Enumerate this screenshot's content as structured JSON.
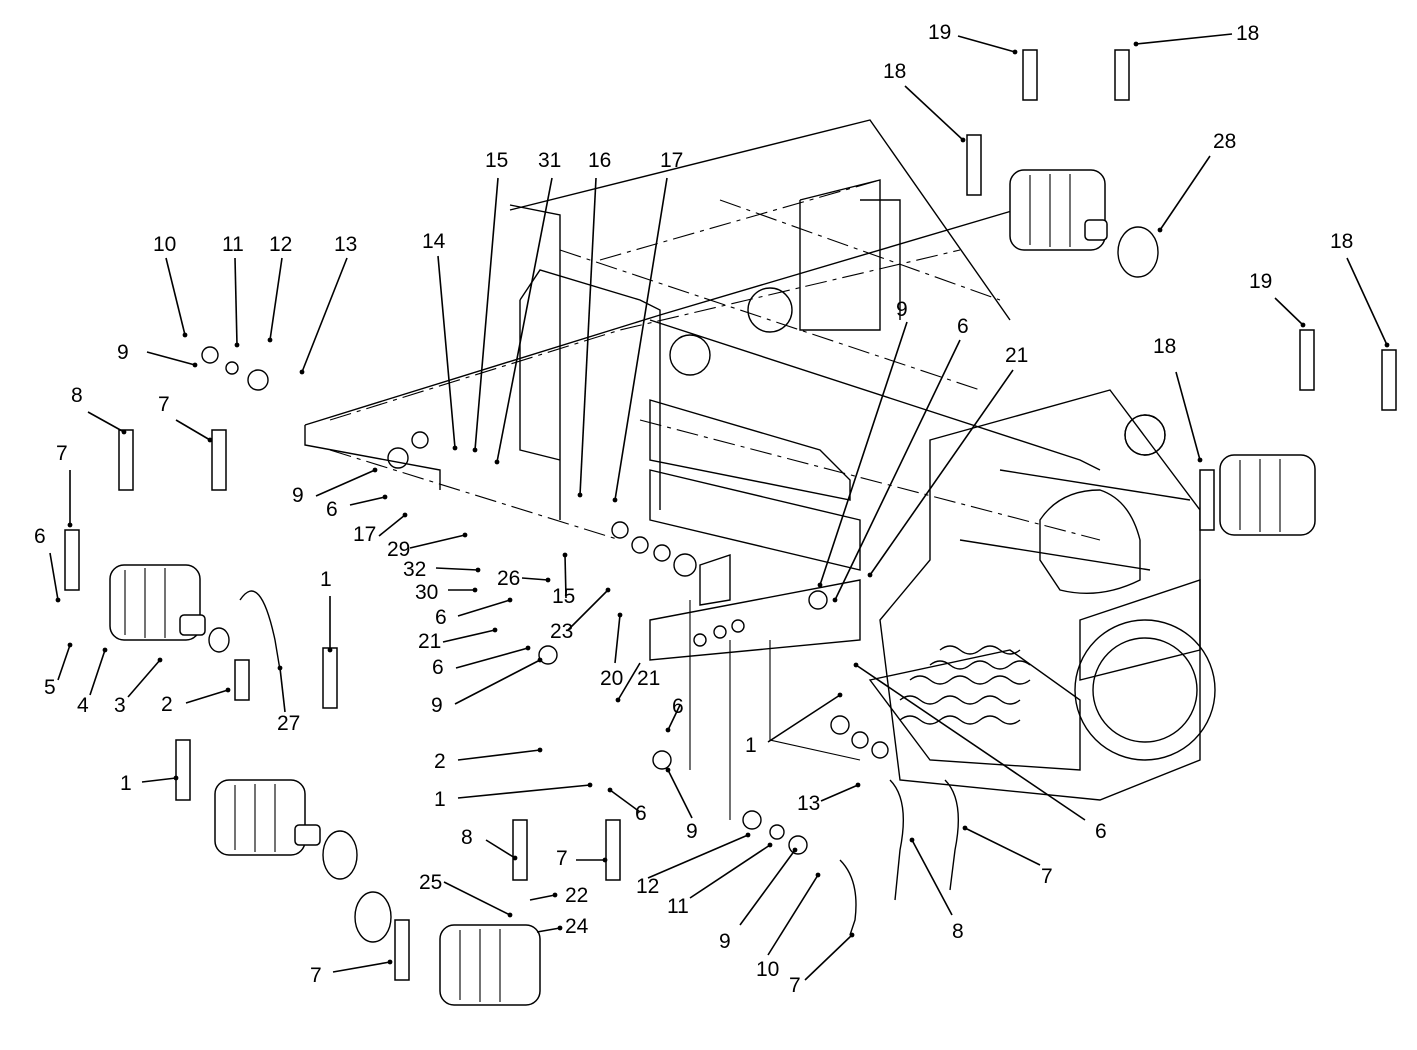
{
  "callouts": [
    {
      "text": "19"
    },
    {
      "text": "18"
    },
    {
      "text": "18"
    },
    {
      "text": "28"
    },
    {
      "text": "15"
    },
    {
      "text": "31"
    },
    {
      "text": "16"
    },
    {
      "text": "17"
    },
    {
      "text": "10"
    },
    {
      "text": "11"
    },
    {
      "text": "12"
    },
    {
      "text": "13"
    },
    {
      "text": "14"
    },
    {
      "text": "9"
    },
    {
      "text": "9"
    },
    {
      "text": "6"
    },
    {
      "text": "21"
    },
    {
      "text": "18"
    },
    {
      "text": "19"
    },
    {
      "text": "18"
    },
    {
      "text": "8"
    },
    {
      "text": "7"
    },
    {
      "text": "7"
    },
    {
      "text": "6"
    },
    {
      "text": "9"
    },
    {
      "text": "6"
    },
    {
      "text": "17"
    },
    {
      "text": "29"
    },
    {
      "text": "32"
    },
    {
      "text": "30"
    },
    {
      "text": "26"
    },
    {
      "text": "15"
    },
    {
      "text": "6"
    },
    {
      "text": "23"
    },
    {
      "text": "21"
    },
    {
      "text": "6"
    },
    {
      "text": "20"
    },
    {
      "text": "21"
    },
    {
      "text": "9"
    },
    {
      "text": "1"
    },
    {
      "text": "5"
    },
    {
      "text": "4"
    },
    {
      "text": "3"
    },
    {
      "text": "2"
    },
    {
      "text": "27"
    },
    {
      "text": "1"
    },
    {
      "text": "2"
    },
    {
      "text": "6"
    },
    {
      "text": "1"
    },
    {
      "text": "1"
    },
    {
      "text": "6"
    },
    {
      "text": "9"
    },
    {
      "text": "13"
    },
    {
      "text": "6"
    },
    {
      "text": "8"
    },
    {
      "text": "7"
    },
    {
      "text": "25"
    },
    {
      "text": "22"
    },
    {
      "text": "24"
    },
    {
      "text": "12"
    },
    {
      "text": "11"
    },
    {
      "text": "7"
    },
    {
      "text": "9"
    },
    {
      "text": "10"
    },
    {
      "text": "8"
    },
    {
      "text": "7"
    },
    {
      "text": "7"
    }
  ]
}
